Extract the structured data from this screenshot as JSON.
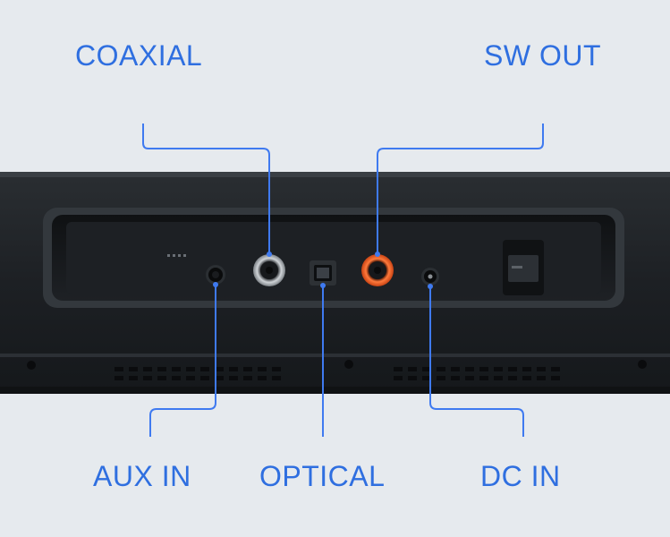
{
  "colors": {
    "label": "#2f6fe0",
    "leader_line": "#3f7af0",
    "background": "#e6eaee",
    "device_body": "#1c1f22",
    "rca_red": "#e85a25",
    "rca_silver": "#b9bdc2"
  },
  "labels": {
    "coaxial": "COAXIAL",
    "sw_out": "SW OUT",
    "aux_in": "AUX IN",
    "optical": "OPTICAL",
    "dc_in": "DC IN"
  }
}
